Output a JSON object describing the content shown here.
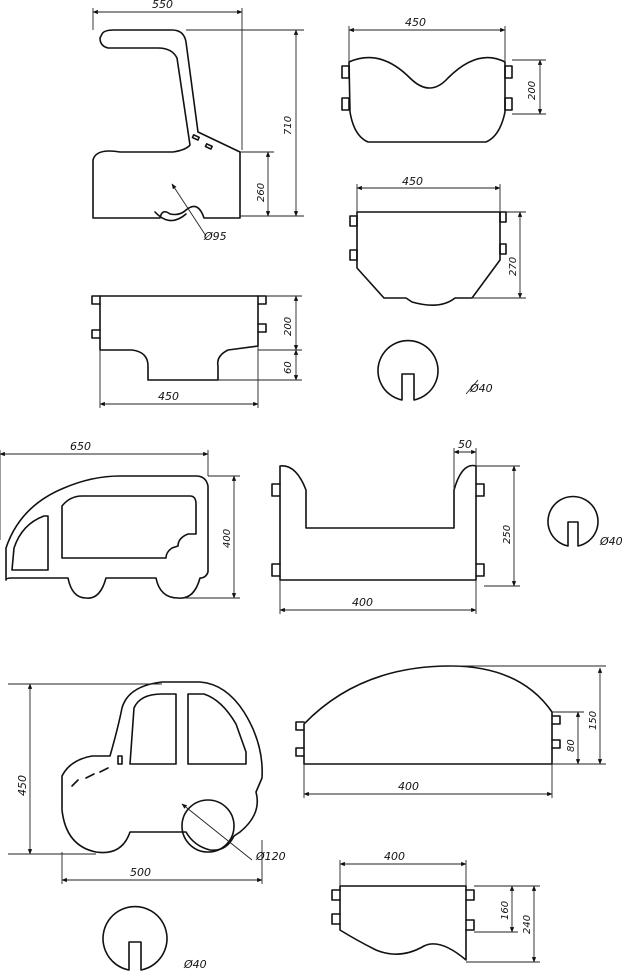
{
  "dims": {
    "p1_w": "550",
    "p1_h": "710",
    "p1_s": "260",
    "p1_d": "Ø95",
    "p2_w": "450",
    "p2_h": "200",
    "p3_w": "450",
    "p3_h": "270",
    "p4_w": "450",
    "p4_h1": "200",
    "p4_h2": "60",
    "p5_d": "Ø40",
    "p6_w": "650",
    "p6_h": "400",
    "p7_t": "50",
    "p7_w": "400",
    "p7_h": "250",
    "p8_d": "Ø40",
    "p9_h": "450",
    "p9_w": "500",
    "p9_d": "Ø120",
    "p10_w": "400",
    "p10_h1": "80",
    "p10_h2": "150",
    "p11_w": "400",
    "p11_h1": "160",
    "p11_h2": "240",
    "p12_d": "Ø40"
  }
}
